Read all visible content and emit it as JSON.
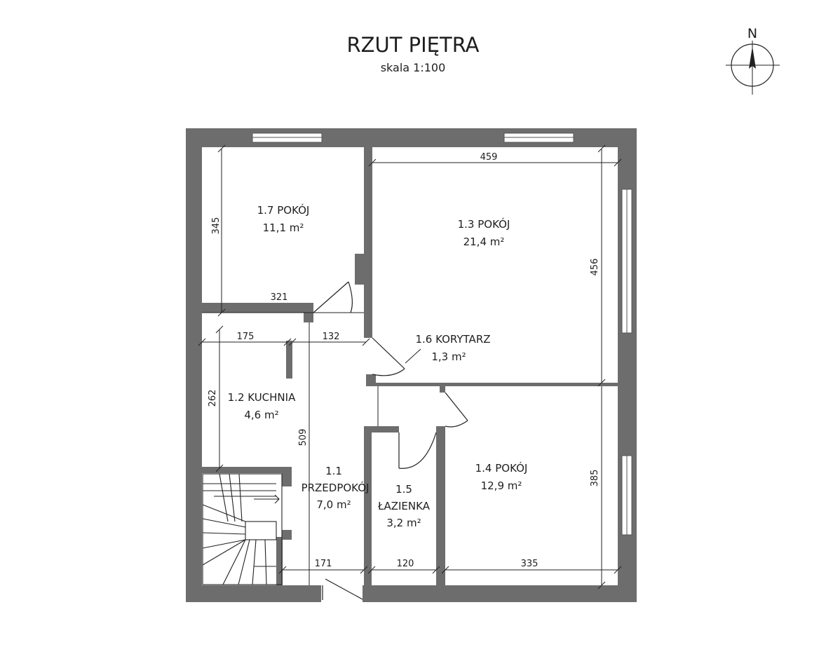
{
  "title": "RZUT PIĘTRA",
  "scale": "skala 1:100",
  "north_label": "N",
  "rooms": {
    "r17": {
      "name": "1.7 POKÓJ",
      "area": "11,1 m²"
    },
    "r13": {
      "name": "1.3 POKÓJ",
      "area": "21,4 m²"
    },
    "r16": {
      "name": "1.6 KORYTARZ",
      "area": "1,3 m²"
    },
    "r12": {
      "name": "1.2 KUCHNIA",
      "area": "4,6 m²"
    },
    "r11": {
      "name_line1": "1.1",
      "name_line2": "PRZEDPOKÓJ",
      "area": "7,0 m²"
    },
    "r15": {
      "name_line1": "1.5",
      "name_line2": "ŁAZIENKA",
      "area": "3,2 m²"
    },
    "r14": {
      "name": "1.4 POKÓJ",
      "area": "12,9 m²"
    }
  },
  "dimensions": {
    "d345": "345",
    "d321": "321",
    "d459": "459",
    "d456": "456",
    "d175": "175",
    "d132": "132",
    "d262": "262",
    "d509": "509",
    "d385": "385",
    "d171": "171",
    "d120": "120",
    "d335": "335"
  },
  "colors": {
    "wall": "#6d6d6d",
    "text": "#1e1e1e",
    "background": "#ffffff"
  }
}
